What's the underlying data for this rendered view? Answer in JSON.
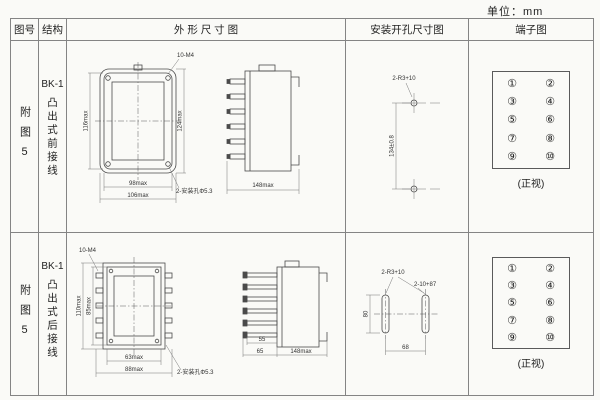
{
  "unit_label": "单位：mm",
  "headers": {
    "fig_no": "图号",
    "structure": "结构",
    "outline": "外 形 尺 寸 图",
    "install": "安装开孔尺寸图",
    "terminal": "端子图"
  },
  "rows": [
    {
      "fig_no": "附图5",
      "model": "BK-1",
      "structure": "凸出式前接线",
      "outline": {
        "screw_label": "10-M4",
        "dim_left": "116max",
        "dim_right": "124max",
        "dim_bottom_inner": "98max",
        "dim_bottom_outer": "106max",
        "hole_label": "2-安装孔Φ5.3",
        "dim_depth": "148max"
      },
      "install": {
        "slot_label": "2-R3+10",
        "dim_vertical": "134±0.8"
      },
      "terminal": {
        "pins": [
          "①",
          "②",
          "③",
          "④",
          "⑤",
          "⑥",
          "⑦",
          "⑧",
          "⑨",
          "⑩"
        ],
        "view_label": "(正视)"
      }
    },
    {
      "fig_no": "附图5",
      "model": "BK-1",
      "structure": "凸出式后接线",
      "outline": {
        "screw_label": "10-M4",
        "dim_left": "110max",
        "dim_inner": "85max",
        "dim_bottom_inner": "63max",
        "dim_bottom_outer": "88max",
        "hole_label": "2-安装孔Φ5.3",
        "dim_stack": "55",
        "dim_stack2": "65",
        "dim_depth": "148max"
      },
      "install": {
        "slot_label": "2-R3+10",
        "slot_label2": "2-10+87",
        "dim_vertical": "80",
        "dim_horizontal": "68"
      },
      "terminal": {
        "pins": [
          "①",
          "②",
          "③",
          "④",
          "⑤",
          "⑥",
          "⑦",
          "⑧",
          "⑨",
          "⑩"
        ],
        "view_label": "(正视)"
      }
    }
  ]
}
